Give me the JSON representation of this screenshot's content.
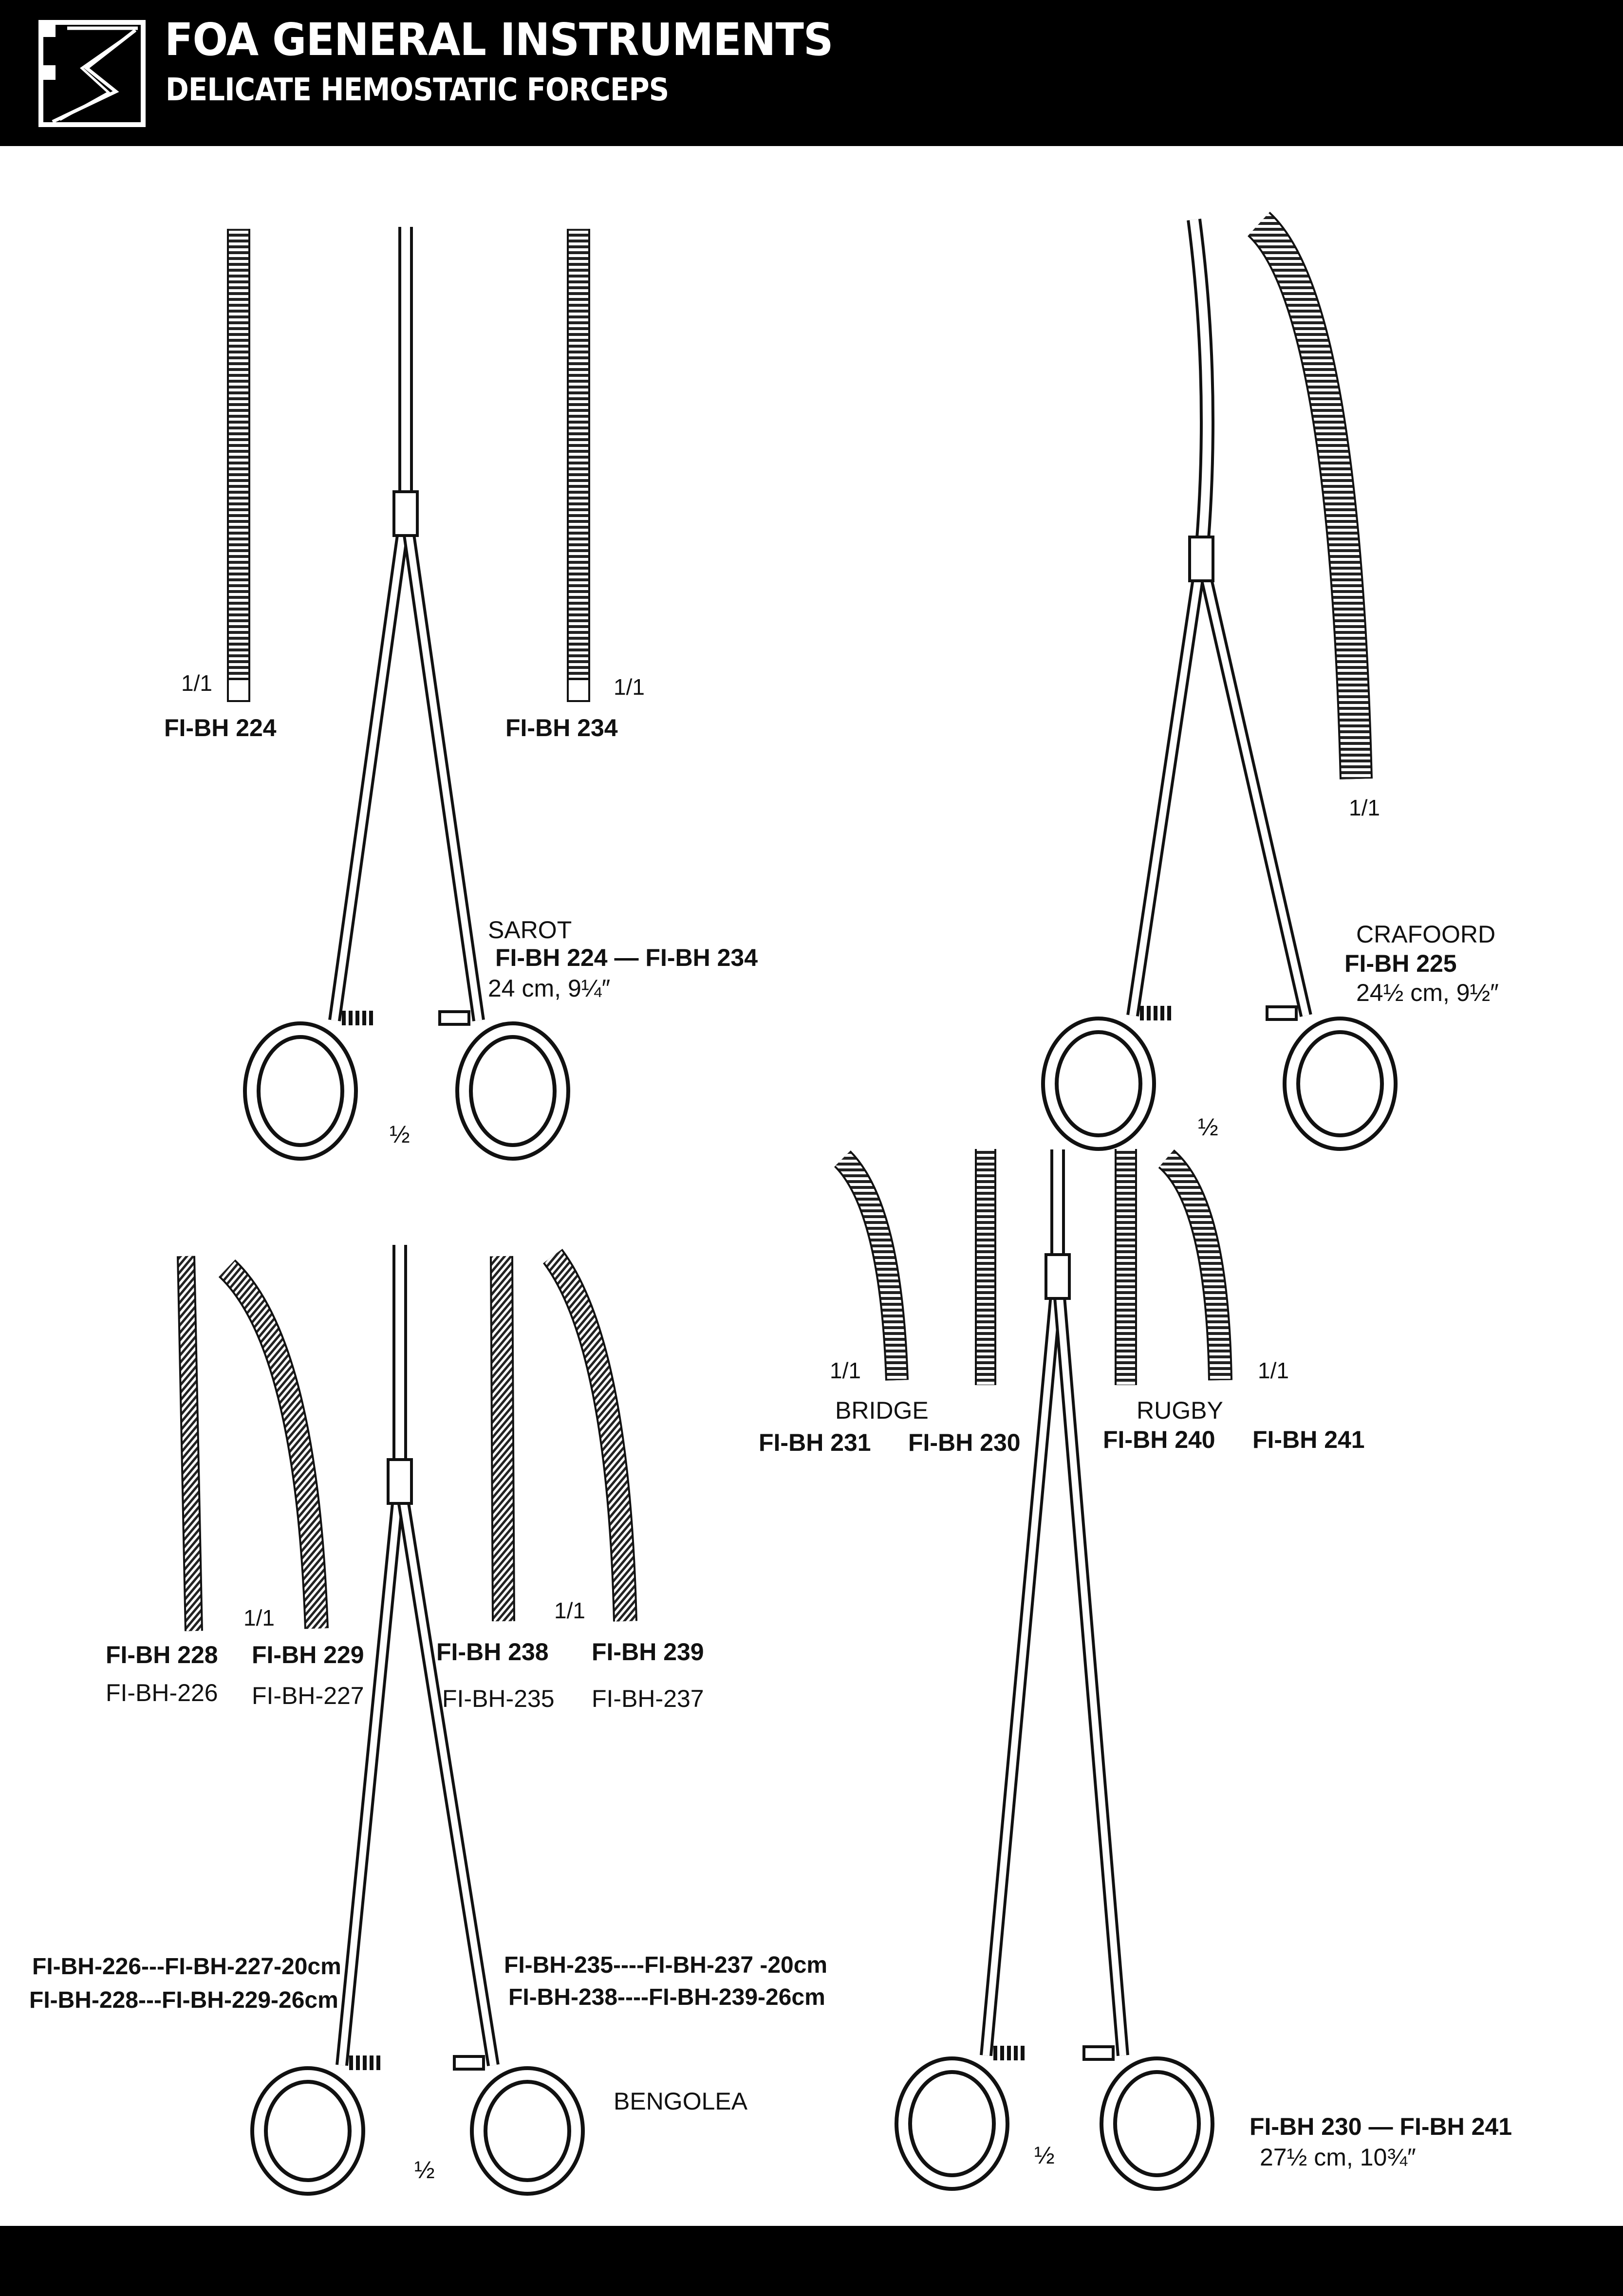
{
  "header": {
    "logo_text": "FS",
    "title": "FOA GENERAL INSTRUMENTS",
    "subtitle": "DELICATE HEMOSTATIC FORCEPS"
  },
  "colors": {
    "header_bg": "#000000",
    "footer_bg": "#000000",
    "ink": "#111111"
  },
  "sarot": {
    "detail_a_scale": "1/1",
    "detail_a_code": "FI-BH 224",
    "detail_b_code": "FI-BH 234",
    "detail_b_scale": "1/1",
    "name": "SAROT",
    "codes": "FI-BH 224 —  FI-BH 234",
    "size": "24 cm, 9¼″",
    "scale": "½"
  },
  "crafoord": {
    "detail_scale": "1/1",
    "name": "CRAFOORD",
    "code": "FI-BH 225",
    "size": "24½ cm, 9½″",
    "scale": "½"
  },
  "bridge_rugby": {
    "left_scale": "1/1",
    "bridge_name": "BRIDGE",
    "code_231": "FI-BH 231",
    "code_230": "FI-BH 230",
    "rugby_name": "RUGBY",
    "code_240": "FI-BH 240",
    "code_241": "FI-BH 241",
    "right_scale": "1/1",
    "codes": "FI-BH 230 —  FI-BH 241",
    "size": "27½ cm, 10¾″",
    "scale": "½"
  },
  "bengolea": {
    "left_scale": "1/1",
    "right_scale": "1/1",
    "code_228": "FI-BH 228",
    "code_229": "FI-BH 229",
    "code_238": "FI-BH 238",
    "code_239": "FI-BH 239",
    "code_226": "FI-BH-226",
    "code_227": "FI-BH-227",
    "code_235": "FI-BH-235",
    "code_237": "FI-BH-237",
    "size_line_1": "FI-BH-226---FI-BH-227-20cm",
    "size_line_2": "FI-BH-228---FI-BH-229-26cm",
    "size_line_3": "FI-BH-235----FI-BH-237 -20cm",
    "size_line_4": "FI-BH-238----FI-BH-239-26cm",
    "name": "BENGOLEA",
    "scale": "½"
  }
}
